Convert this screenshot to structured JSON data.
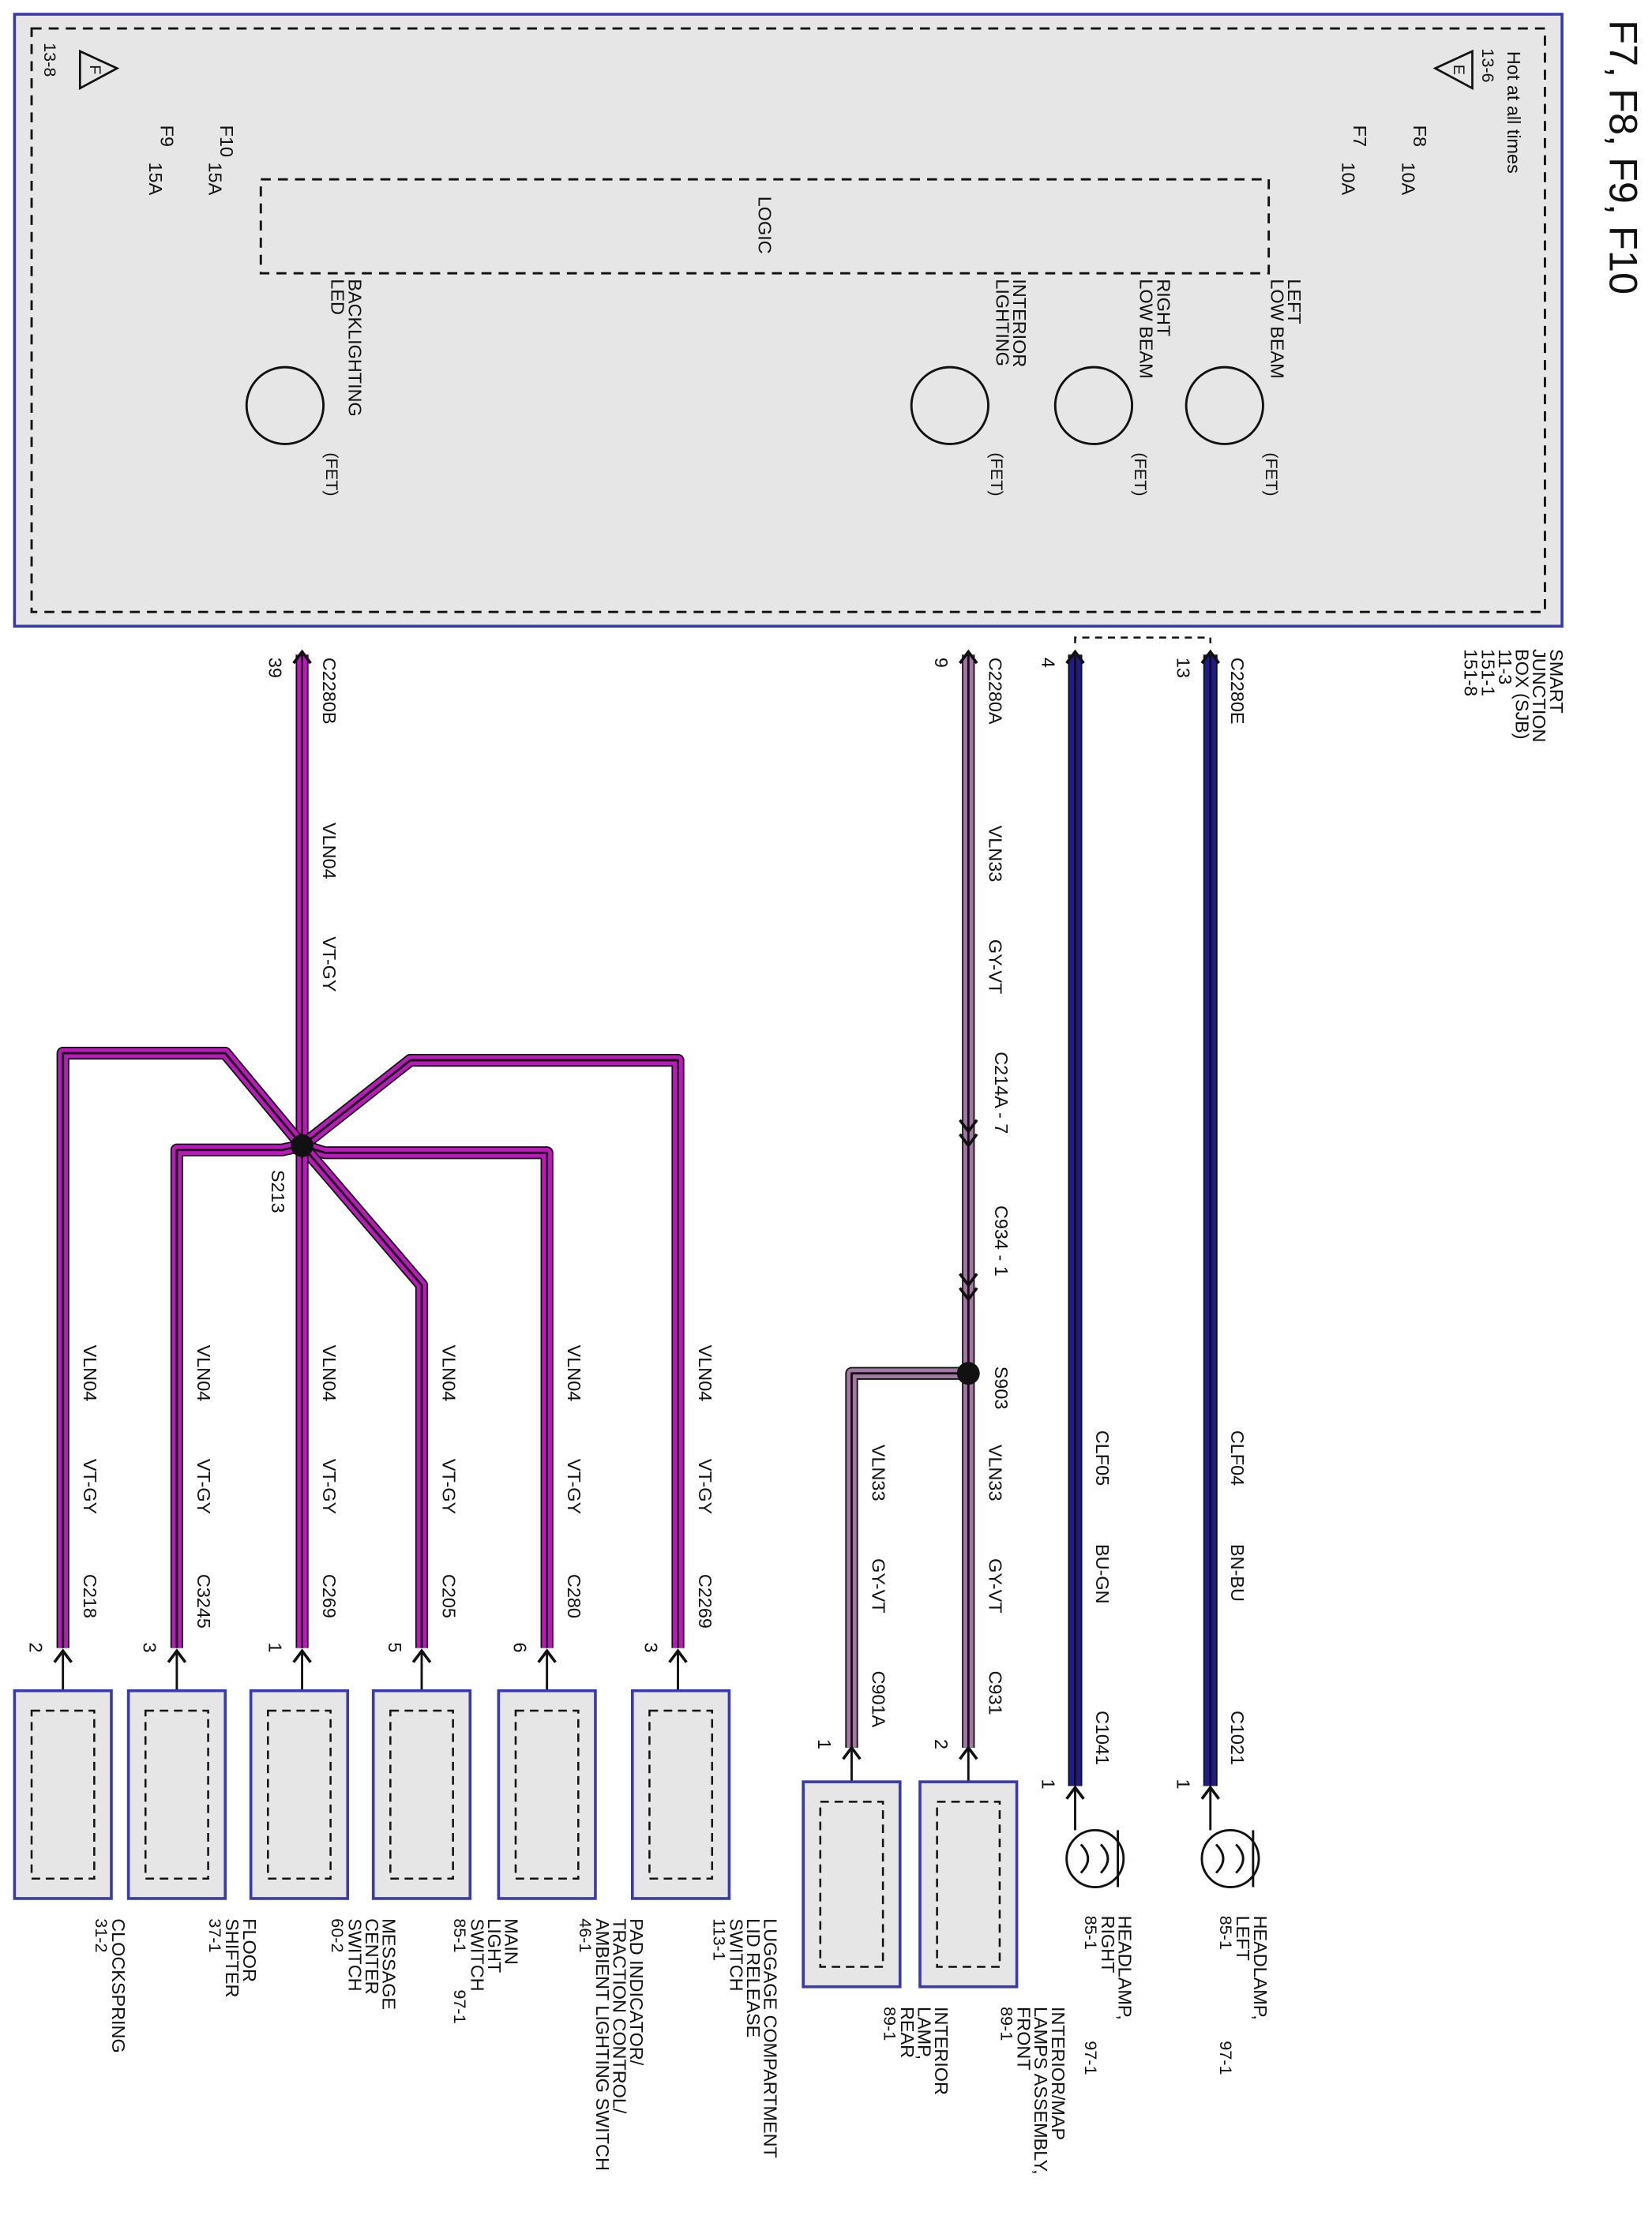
{
  "title": "F7, F8, F9, F10",
  "colors": {
    "module_fill": "#e6e6e6",
    "module_border": "#3a3aa8",
    "wire_vt_gy": "#b81cb8",
    "wire_gy_vt": "#a07aa0",
    "wire_blue": "#1c1c8c",
    "wire_outline": "#111111"
  },
  "sjb": {
    "name_lines": [
      "SMART",
      "JUNCTION",
      "BOX (SJB)",
      "11-3",
      "151-1",
      "151-8"
    ],
    "hot_label": "Hot at all times",
    "ref_e": "13-6",
    "ref_f": "13-8",
    "bus_e": "E",
    "bus_f": "F",
    "logic_label": "LOGIC",
    "fuses": [
      {
        "name": "F8",
        "rating": "10A"
      },
      {
        "name": "F7",
        "rating": "10A"
      },
      {
        "name": "F10",
        "rating": "15A"
      },
      {
        "name": "F9",
        "rating": "15A"
      }
    ],
    "fets": [
      {
        "label_lines": [
          "LEFT",
          "LOW BEAM"
        ],
        "type": "(FET)"
      },
      {
        "label_lines": [
          "RIGHT",
          "LOW BEAM"
        ],
        "type": "(FET)"
      },
      {
        "label_lines": [
          "INTERIOR",
          "LIGHTING"
        ],
        "type": "(FET)"
      },
      {
        "label_lines": [
          "BACKLIGHTING",
          "LED"
        ],
        "type": "(FET)"
      }
    ]
  },
  "sjb_pins": [
    {
      "connector": "C2280E",
      "pin": "13"
    },
    {
      "connector": "",
      "pin": "4"
    },
    {
      "connector": "C2280A",
      "pin": "9"
    },
    {
      "connector": "C2280B",
      "pin": "39"
    }
  ],
  "wires": {
    "clf04": {
      "circuit": "CLF04",
      "color": "BN-BU"
    },
    "clf05": {
      "circuit": "CLF05",
      "color": "BU-GN"
    },
    "vln33": {
      "circuit": "VLN33",
      "color": "GY-VT"
    },
    "vln04": {
      "circuit": "VLN04",
      "color": "VT-GY"
    }
  },
  "inline_connectors": {
    "c214a": "C214A - 7",
    "c934": "C934 - 1"
  },
  "splices": {
    "s903": "S903",
    "s213": "S213"
  },
  "loads": [
    {
      "id": "headlamp-left",
      "connector": "C1021",
      "pin": "1",
      "name_lines": [
        "HEADLAMP,",
        "LEFT"
      ],
      "refs": [
        "85-1",
        "97-1"
      ]
    },
    {
      "id": "headlamp-right",
      "connector": "C1041",
      "pin": "1",
      "name_lines": [
        "HEADLAMP,",
        "RIGHT"
      ],
      "refs": [
        "85-1",
        "97-1"
      ]
    },
    {
      "id": "interior-front",
      "connector": "C931",
      "pin": "2",
      "name_lines": [
        "INTERIOR/MAP",
        "LAMPS ASSEMBLY,",
        "FRONT"
      ],
      "refs": [
        "89-1"
      ]
    },
    {
      "id": "interior-rear",
      "connector": "C901A",
      "pin": "1",
      "name_lines": [
        "INTERIOR",
        "LAMP,",
        "REAR"
      ],
      "refs": [
        "89-1"
      ]
    },
    {
      "id": "luggage",
      "connector": "C2269",
      "pin": "3",
      "name_lines": [
        "LUGGAGE COMPARTMENT",
        "LID RELEASE",
        "SWITCH"
      ],
      "refs": [
        "113-1"
      ]
    },
    {
      "id": "pad-indicator",
      "connector": "C280",
      "pin": "6",
      "name_lines": [
        "PAD INDICATOR/",
        "TRACTION CONTROL/",
        "AMBIENT LIGHTING SWITCH"
      ],
      "refs": [
        "46-1"
      ]
    },
    {
      "id": "main-light",
      "connector": "C205",
      "pin": "5",
      "name_lines": [
        "MAIN",
        "LIGHT",
        "SWITCH"
      ],
      "refs": [
        "85-1",
        "97-1"
      ]
    },
    {
      "id": "message-center",
      "connector": "C269",
      "pin": "1",
      "name_lines": [
        "MESSAGE",
        "CENTER",
        "SWITCH"
      ],
      "refs": [
        "60-2"
      ]
    },
    {
      "id": "floor-shifter",
      "connector": "C3245",
      "pin": "3",
      "name_lines": [
        "FLOOR",
        "SHIFTER"
      ],
      "refs": [
        "37-1"
      ]
    },
    {
      "id": "clockspring",
      "connector": "C218",
      "pin": "2",
      "name_lines": [
        "CLOCKSPRING"
      ],
      "refs": [
        "31-2"
      ]
    }
  ]
}
